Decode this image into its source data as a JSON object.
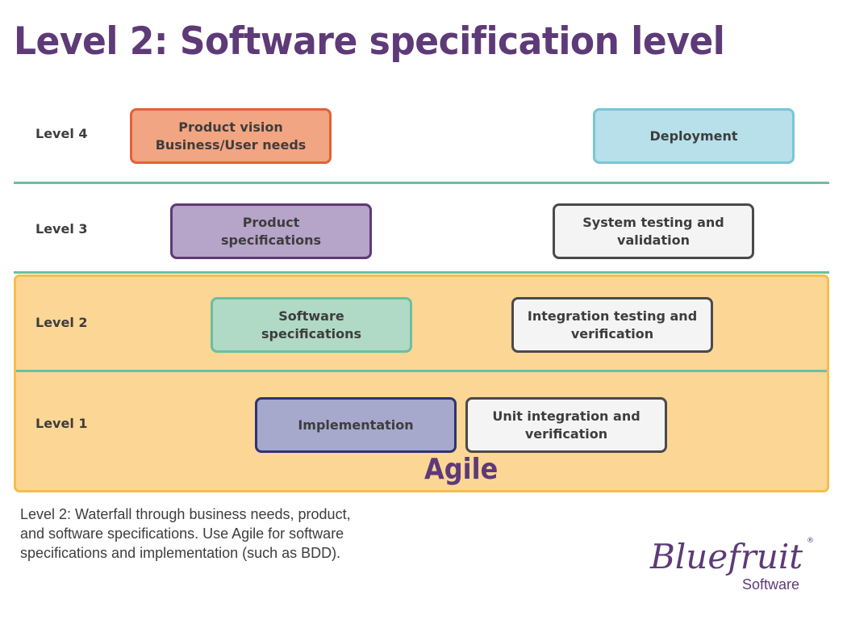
{
  "title": "Level 2: Software specification level",
  "levels": [
    {
      "label": "Level 4"
    },
    {
      "label": "Level 3"
    },
    {
      "label": "Level 2"
    },
    {
      "label": "Level 1"
    }
  ],
  "agile_label": "Agile",
  "boxes": {
    "product_vision": {
      "line1": "Product vision",
      "line2": "Business/User needs",
      "fill": "#f2a582",
      "border": "#e0623b"
    },
    "deployment": {
      "line1": "Deployment",
      "fill": "#b7e0ea",
      "border": "#79c6d8"
    },
    "product_specifications": {
      "line1": "Product",
      "line2": "specifications",
      "fill": "#b6a4c9",
      "border": "#5e3a78"
    },
    "system_testing": {
      "line1": "System testing and",
      "line2": "validation",
      "fill": "#f4f4f4",
      "border": "#4a4a4a"
    },
    "software_specifications": {
      "line1": "Software",
      "line2": "specifications",
      "fill": "#b0d9c6",
      "border": "#6bbfa0"
    },
    "integration_testing": {
      "line1": "Integration testing and",
      "line2": "verification",
      "fill": "#f4f4f4",
      "border": "#4a4a4a"
    },
    "implementation": {
      "line1": "Implementation",
      "fill": "#a6a8cc",
      "border": "#2e3470"
    },
    "unit_integration": {
      "line1": "Unit integration and",
      "line2": "verification",
      "fill": "#f4f4f4",
      "border": "#4a4a4a"
    }
  },
  "footnote": "Level 2: Waterfall through business needs, product, and software specifications. Use Agile for software specifications and implementation (such as BDD).",
  "logo": {
    "wordmark": "Bluefruit",
    "registered": "®",
    "sub": "Software"
  },
  "colors": {
    "title": "#5e3a78",
    "divider": "#6bbfa0",
    "agile_fill": "#fcd695",
    "agile_border": "#f5be4a"
  }
}
